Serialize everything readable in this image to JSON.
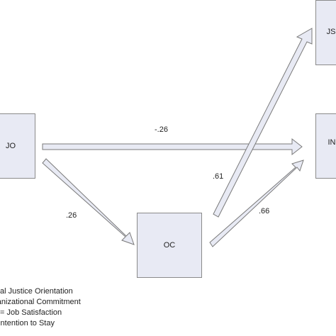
{
  "nodes": {
    "sjo": "JO",
    "oc": "OC",
    "js": "JS",
    "its": "IN"
  },
  "edges": {
    "sjo_its": "-.26",
    "sjo_oc": ".26",
    "oc_js": ".61",
    "oc_its": ".66"
  },
  "legend": [
    "ocial Justice Orientation",
    "rganizational Commitment",
    "= Job Satisfaction",
    "= Intention to Stay"
  ],
  "colors": {
    "box_fill": "#e8eaf4",
    "box_border": "#8a8a8a",
    "arrow_fill": "#e8eaf4",
    "arrow_stroke": "#7a7a7a"
  }
}
